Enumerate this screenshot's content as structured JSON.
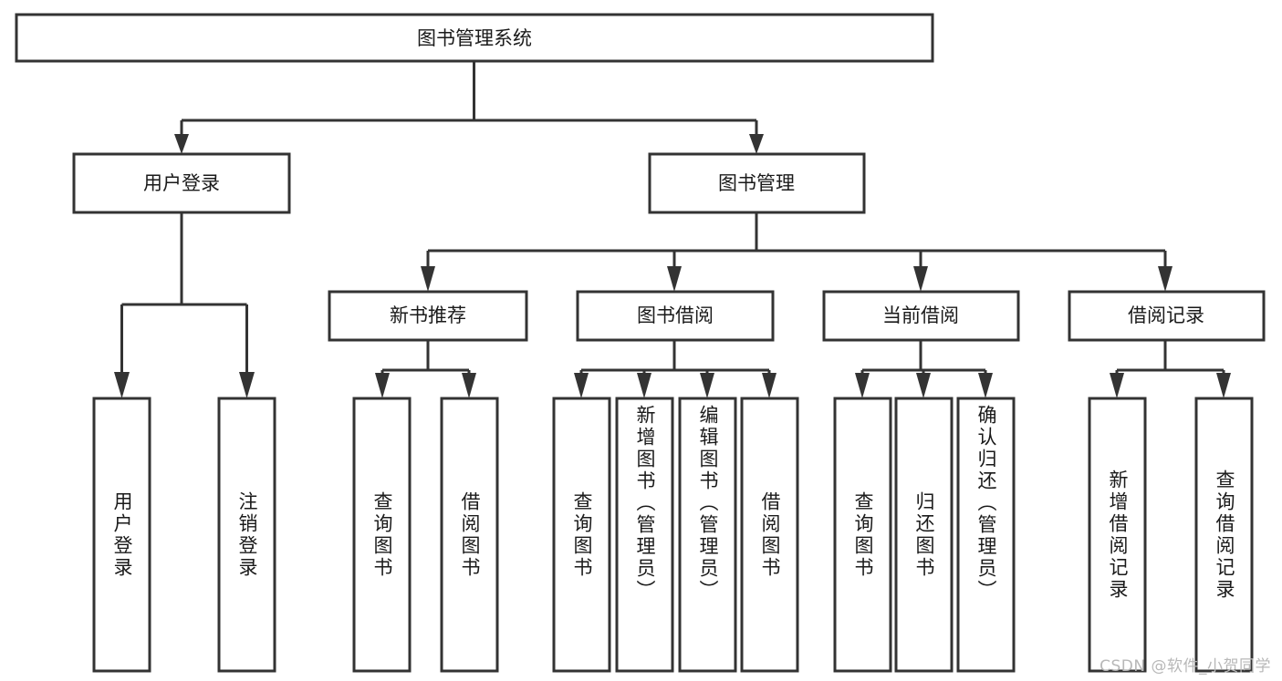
{
  "diagram": {
    "title": "图书管理系统",
    "type": "tree-hierarchy",
    "watermark": "CSDN @软件_小贺同学",
    "colors": {
      "stroke": "#333333",
      "fill": "#ffffff",
      "text": "#1a1a1a",
      "watermark": "#b8b8b8"
    },
    "root": {
      "label": "图书管理系统"
    },
    "level1": [
      {
        "label": "用户登录"
      },
      {
        "label": "图书管理"
      }
    ],
    "level2": [
      {
        "label": "新书推荐"
      },
      {
        "label": "图书借阅"
      },
      {
        "label": "当前借阅"
      },
      {
        "label": "借阅记录"
      }
    ],
    "leaves": {
      "user_login": [
        {
          "label": "用户登录"
        },
        {
          "label": "注销登录"
        }
      ],
      "new_book": [
        {
          "label": "查询图书"
        },
        {
          "label": "借阅图书"
        }
      ],
      "book_borrow": [
        {
          "label": "查询图书"
        },
        {
          "label": "新增图书（管理员）"
        },
        {
          "label": "编辑图书（管理员）"
        },
        {
          "label": "借阅图书"
        }
      ],
      "current_borrow": [
        {
          "label": "查询图书"
        },
        {
          "label": "归还图书"
        },
        {
          "label": "确认归还（管理员）"
        }
      ],
      "borrow_record": [
        {
          "label": "新增借阅记录"
        },
        {
          "label": "查询借阅记录"
        }
      ]
    }
  }
}
